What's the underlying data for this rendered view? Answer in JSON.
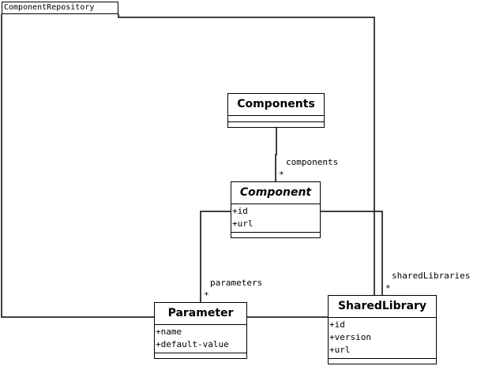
{
  "package": {
    "name": "ComponentRepository"
  },
  "classes": {
    "components": {
      "name": "Components",
      "attributes": []
    },
    "component": {
      "name": "Component",
      "attributes": [
        "+id",
        "+url"
      ]
    },
    "parameter": {
      "name": "Parameter",
      "attributes": [
        "+name",
        "+default-value"
      ]
    },
    "shared_library": {
      "name": "SharedLibrary",
      "attributes": [
        "+id",
        "+version",
        "+url"
      ]
    }
  },
  "associations": {
    "components": {
      "role": "components",
      "multiplicity": "*"
    },
    "parameters": {
      "role": "parameters",
      "multiplicity": "*"
    },
    "shared_libraries": {
      "role": "sharedLibraries",
      "multiplicity": "*"
    }
  }
}
